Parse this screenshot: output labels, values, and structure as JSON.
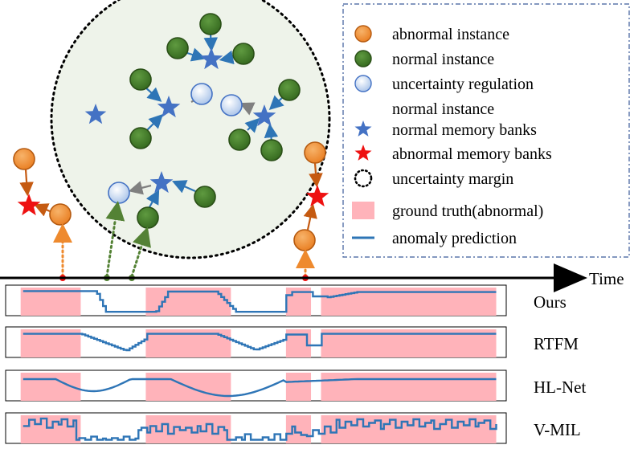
{
  "legend": {
    "items": [
      {
        "key": "abnormal",
        "label": "abnormal instance",
        "icon": "orange-circle-icon"
      },
      {
        "key": "normal",
        "label": "normal instance",
        "icon": "green-circle-icon"
      },
      {
        "key": "uncertain",
        "label": "uncertainty regulation",
        "label2": "normal instance",
        "icon": "light-blue-circle-icon"
      },
      {
        "key": "normal_mem",
        "label": "normal memory banks",
        "icon": "blue-star-icon"
      },
      {
        "key": "abnormal_mem",
        "label": "abnormal memory banks",
        "icon": "red-star-icon"
      },
      {
        "key": "margin",
        "label": "uncertainty margin",
        "icon": "dotted-circle-icon"
      },
      {
        "key": "gt",
        "label": "ground truth(abnormal)",
        "icon": "pink-rect-icon"
      },
      {
        "key": "pred",
        "label": "anomaly prediction",
        "icon": "blue-line-icon"
      }
    ]
  },
  "timeline": {
    "label": "Time"
  },
  "rows": [
    {
      "name": "Ours",
      "gt": [
        [
          0.03,
          0.15
        ],
        [
          0.28,
          0.45
        ],
        [
          0.56,
          0.61
        ],
        [
          0.63,
          0.98
        ]
      ]
    },
    {
      "name": "RTFM",
      "gt": [
        [
          0.03,
          0.15
        ],
        [
          0.28,
          0.45
        ],
        [
          0.56,
          0.61
        ],
        [
          0.63,
          0.98
        ]
      ]
    },
    {
      "name": "HL-Net",
      "gt": [
        [
          0.03,
          0.15
        ],
        [
          0.28,
          0.45
        ],
        [
          0.56,
          0.61
        ],
        [
          0.63,
          0.98
        ]
      ]
    },
    {
      "name": "V-MIL",
      "gt": [
        [
          0.03,
          0.15
        ],
        [
          0.28,
          0.45
        ],
        [
          0.56,
          0.61
        ],
        [
          0.63,
          0.98
        ]
      ]
    }
  ],
  "colors": {
    "abnormal": "#ee8a2e",
    "normal": "#3f7a27",
    "uncertain": "#bcd3ef",
    "star_blue": "#4472c4",
    "star_red": "#ee1111",
    "gt": "#ffb3ba",
    "pred": "#2e75b6",
    "circle_bg": "#eef3ea"
  }
}
